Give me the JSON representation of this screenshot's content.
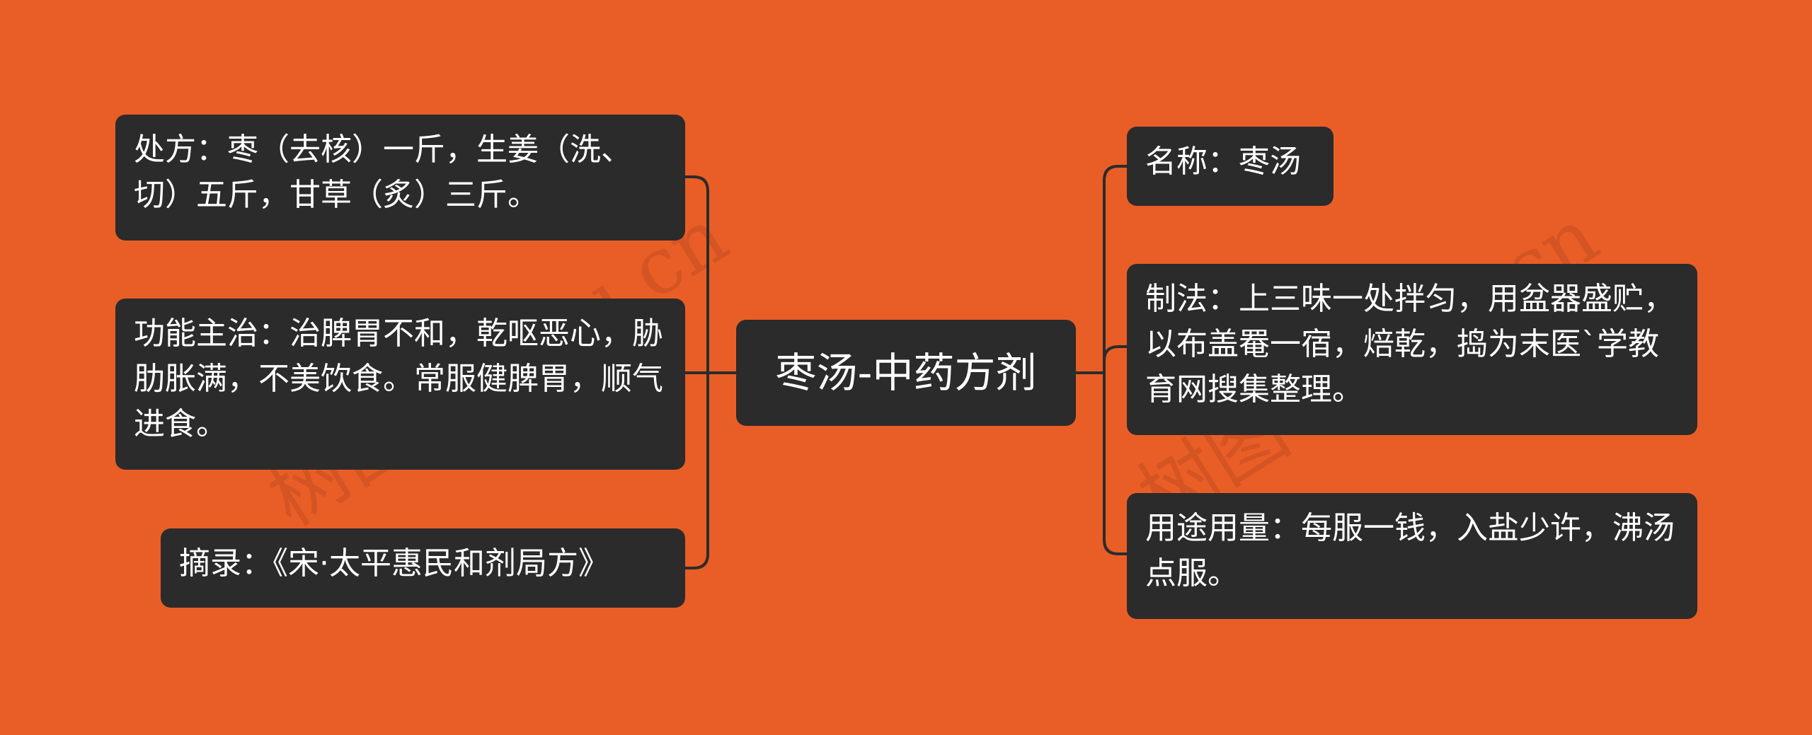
{
  "colors": {
    "background": "#E95E27",
    "node_fill": "#2B2B2B",
    "node_text": "#FFFFFF",
    "connector": "#2B2B2B"
  },
  "watermarks": [
    "树图 shutu.cn",
    "树图 shutu.cn"
  ],
  "center": {
    "text": "枣汤-中药方剂"
  },
  "left_nodes": [
    {
      "text": "处方：枣（去核）一斤，生姜（洗、切）五斤，甘草（炙）三斤。"
    },
    {
      "text": "功能主治：治脾胃不和，乾呕恶心，胁肋胀满，不美饮食。常服健脾胃，顺气进食。"
    },
    {
      "text": "摘录：《宋·太平惠民和剂局方》"
    }
  ],
  "right_nodes": [
    {
      "text": "名称：枣汤"
    },
    {
      "text": "制法：上三味一处拌匀，用盆器盛贮，以布盖罨一宿，焙乾，捣为末医`学教育网搜集整理。"
    },
    {
      "text": "用途用量：每服一钱，入盐少许，沸汤点服。"
    }
  ]
}
